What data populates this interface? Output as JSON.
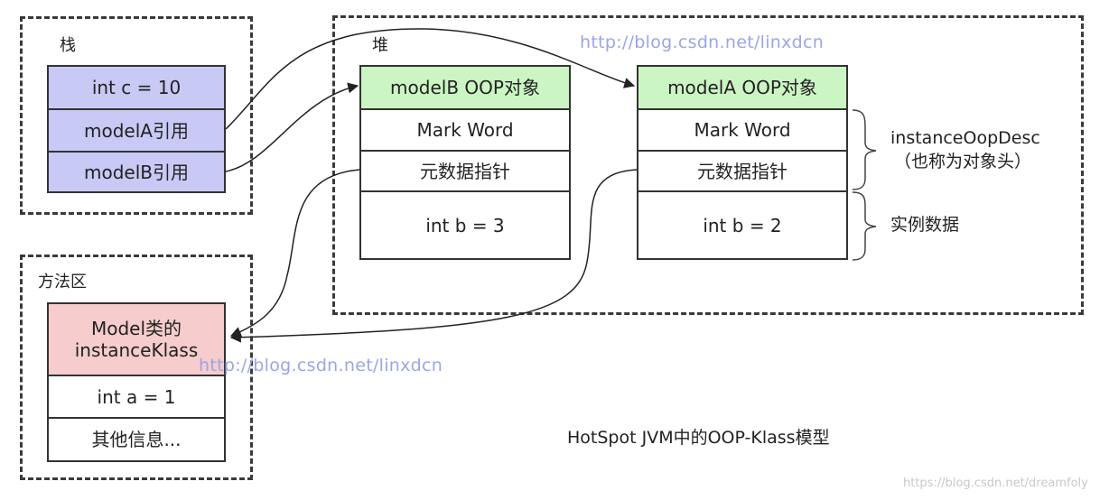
{
  "stack": {
    "label": "栈",
    "cells": [
      "int c = 10",
      "modelA引用",
      "modelB引用"
    ]
  },
  "heap": {
    "label": "堆",
    "modelB": {
      "header": "modelB OOP对象",
      "cells": [
        "Mark Word",
        "元数据指针",
        "int b = 3"
      ]
    },
    "modelA": {
      "header": "modelA OOP对象",
      "cells": [
        "Mark Word",
        "元数据指针",
        "int b = 2"
      ]
    }
  },
  "method_area": {
    "label": "方法区",
    "header": "Model类的\ninstanceKlass",
    "cells": [
      "int a = 1",
      "其他信息..."
    ]
  },
  "annotations": {
    "instance_oop_desc": "instanceOopDesc",
    "object_header": "（也称为对象头）",
    "instance_data": "实例数据"
  },
  "caption": "HotSpot JVM中的OOP-Klass模型",
  "watermarks": {
    "top": "http://blog.csdn.net/linxdcn",
    "middle": "http://blog.csdn.net/linxdcn",
    "corner": "https://blog.csdn.net/dreamfoly"
  },
  "colors": {
    "stack_fill": "#c9c9f5",
    "oop_header_fill": "#ccf5c4",
    "klass_header_fill": "#f6cccc",
    "watermark": "#9aa6e6"
  }
}
